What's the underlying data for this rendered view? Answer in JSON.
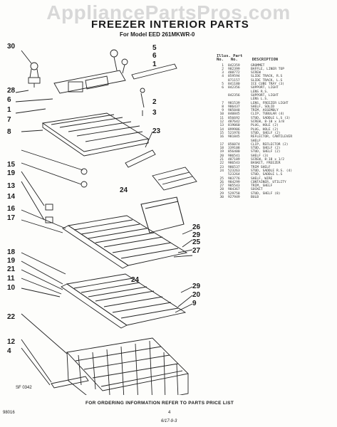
{
  "watermark": "AppliancePartsPros.com",
  "title": "FREEZER INTERIOR PARTS",
  "model": "For Model EED 261MKWR-0",
  "table_header": {
    "illus": "Illus. Part",
    "no": "No.",
    "part_no": "No.",
    "description": "DESCRIPTION"
  },
  "parts": [
    {
      "key": "1",
      "part": "842359",
      "desc": "GROMMET"
    },
    {
      "key": "2",
      "part": "982399",
      "desc": "BAFFLE, LINER TOP"
    },
    {
      "key": "3",
      "part": "488772",
      "desc": "SCREW"
    },
    {
      "key": "4",
      "part": "859594",
      "desc": "SLIDE TRACK, R.S"
    },
    {
      "key": "",
      "part": "871157",
      "desc": "SLIDE TRACK, L.S"
    },
    {
      "key": "5",
      "part": "841180",
      "desc": "ICE CUBE TRAY (3)"
    },
    {
      "key": "6",
      "part": "842356",
      "desc": "SUPPORT, LIGHT"
    },
    {
      "key": "",
      "part": "",
      "desc": "LENS R.S."
    },
    {
      "key": "",
      "part": "842356",
      "desc": "SUPPORT, LIGHT"
    },
    {
      "key": "",
      "part": "",
      "desc": "LENS L.S."
    },
    {
      "key": "7",
      "part": "981539",
      "desc": "LENS, FREEZER LIGHT"
    },
    {
      "key": "8",
      "part": "986437",
      "desc": "SHELF, SOLID"
    },
    {
      "key": "9",
      "part": "985848",
      "desc": "TRIM, ASSEMBLY"
    },
    {
      "key": "10",
      "part": "840845",
      "desc": "CLIP, TUBULAR (4)"
    },
    {
      "key": "11",
      "part": "856692",
      "desc": "STUD, SADDLE L.S (3)"
    },
    {
      "key": "12",
      "part": "487642",
      "desc": "SCREW, 8-18 x 3/8"
    },
    {
      "key": "13",
      "part": "819060",
      "desc": "PLUG, HOLE (2)"
    },
    {
      "key": "14",
      "part": "899986",
      "desc": "PLUG, HOLE (2)"
    },
    {
      "key": "15",
      "part": "521976",
      "desc": "STUD, SHELF (2)"
    },
    {
      "key": "16",
      "part": "981845",
      "desc": "REFLECTOR, CANTILEVER"
    },
    {
      "key": "",
      "part": "",
      "desc": "SHELF"
    },
    {
      "key": "17",
      "part": "856074",
      "desc": "CLIP, REFLECTOR (2)"
    },
    {
      "key": "18",
      "part": "339108",
      "desc": "STUD, SHELF (2)"
    },
    {
      "key": "19",
      "part": "856400",
      "desc": "STUD, SHELF (2)"
    },
    {
      "key": "20",
      "part": "986541",
      "desc": "SHELF (3)"
    },
    {
      "key": "21",
      "part": "487109",
      "desc": "SCREW, 8-18 x 1/2"
    },
    {
      "key": "22",
      "part": "986543",
      "desc": "BASKET, FREEZER"
    },
    {
      "key": "23",
      "part": "986537",
      "desc": "TRIM SHELF"
    },
    {
      "key": "24",
      "part": "523263",
      "desc": "STUD, SADDLE R.S. (4)"
    },
    {
      "key": "",
      "part": "523264",
      "desc": "STUD, SADDLE L.S"
    },
    {
      "key": "25",
      "part": "983776",
      "desc": "SHELF, WIRE"
    },
    {
      "key": "26",
      "part": "984299",
      "desc": "CONTAINER, UTILITY"
    },
    {
      "key": "27",
      "part": "985543",
      "desc": "TRIM, SHELF"
    },
    {
      "key": "28",
      "part": "984367",
      "desc": "SOCKET"
    },
    {
      "key": "29",
      "part": "529758",
      "desc": "STUD, SHELF (8)"
    },
    {
      "key": "30",
      "part": "927949",
      "desc": "BULB"
    }
  ],
  "callouts": [
    {
      "label": "30",
      "cls": "c30"
    },
    {
      "label": "5",
      "cls": "c5a"
    },
    {
      "label": "6",
      "cls": "c6a"
    },
    {
      "label": "1",
      "cls": "c1a"
    },
    {
      "label": "2",
      "cls": "c2"
    },
    {
      "label": "28",
      "cls": "c28"
    },
    {
      "label": "6",
      "cls": "c6b"
    },
    {
      "label": "1",
      "cls": "c1b"
    },
    {
      "label": "7",
      "cls": "c7"
    },
    {
      "label": "3",
      "cls": "c3"
    },
    {
      "label": "8",
      "cls": "c8"
    },
    {
      "label": "23",
      "cls": "c23"
    },
    {
      "label": "15",
      "cls": "c15"
    },
    {
      "label": "19",
      "cls": "c19"
    },
    {
      "label": "13",
      "cls": "c13"
    },
    {
      "label": "14",
      "cls": "c14"
    },
    {
      "label": "24",
      "cls": "c24a"
    },
    {
      "label": "16",
      "cls": "c16"
    },
    {
      "label": "17",
      "cls": "c17"
    },
    {
      "label": "26",
      "cls": "c26"
    },
    {
      "label": "29",
      "cls": "c29a"
    },
    {
      "label": "25",
      "cls": "c25"
    },
    {
      "label": "27",
      "cls": "c27"
    },
    {
      "label": "18",
      "cls": "c18"
    },
    {
      "label": "19",
      "cls": "c19b"
    },
    {
      "label": "21",
      "cls": "c21"
    },
    {
      "label": "11",
      "cls": "c11"
    },
    {
      "label": "10",
      "cls": "c10"
    },
    {
      "label": "24",
      "cls": "c24b"
    },
    {
      "label": "29",
      "cls": "c29b"
    },
    {
      "label": "20",
      "cls": "c20"
    },
    {
      "label": "9",
      "cls": "c9"
    },
    {
      "label": "22",
      "cls": "c22"
    },
    {
      "label": "12",
      "cls": "c12"
    },
    {
      "label": "4",
      "cls": "c4"
    }
  ],
  "footer_code": "SF 0342",
  "order_note": "FOR ORDERING INFORMATION REFER TO PARTS PRICE LIST",
  "page_ref": "98016",
  "page_num": "4",
  "bottom_code": "6/17-9-3"
}
